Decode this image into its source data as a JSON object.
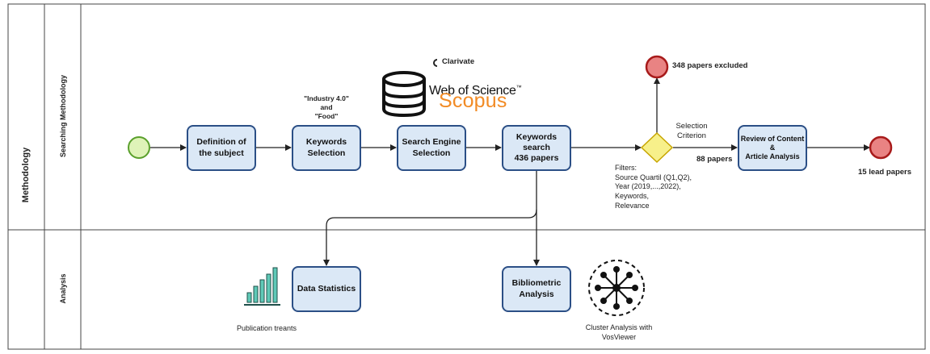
{
  "pool": {
    "label": "Methodology"
  },
  "lanes": [
    {
      "label": "Searching Methodology"
    },
    {
      "label": "Analysis"
    }
  ],
  "tasks": {
    "definition": "Definition of\nthe subject",
    "keywords_selection": "Keywords\nSelection",
    "search_engine": "Search Engine\nSelection",
    "keywords_search": "Keywords\nsearch\n436 papers",
    "review": "Review of Content\n&\nArticle Analysis",
    "data_statistics": "Data Statistics",
    "bibliometric": "Bibliometric\nAnalysis"
  },
  "annotations": {
    "keywords_terms": "\"Industry 4.0\"\nand\n\"Food\"",
    "filters": "Filters:\nSource Quartil (Q1,Q2),\nYear (2019,...,2022),\nKeywords,\nRelevance",
    "selection_criterion": "Selection\nCriterion",
    "excluded": "348 papers excluded",
    "passed": "88 papers",
    "lead": "15 lead papers",
    "publication_trends": "Publication treants",
    "cluster_analysis": "Cluster Analysis with\nVosViewer"
  },
  "logos": {
    "clarivate": "Clarivate",
    "wos": "Web of Science",
    "tm": "™",
    "scopus": "Scopus"
  },
  "colors": {
    "task_fill": "#dbe8f6",
    "task_border": "#2b4f86",
    "start_fill": "#dff3b8",
    "start_border": "#5aa02c",
    "end_fill": "#e98383",
    "end_border": "#a81b1b",
    "gateway_fill": "#f7f08a",
    "gateway_border": "#c7a500",
    "scopus": "#f28b25",
    "bars": "#5fc9b7"
  },
  "icons": [
    "database-icon",
    "bar-chart-icon",
    "network-icon"
  ]
}
